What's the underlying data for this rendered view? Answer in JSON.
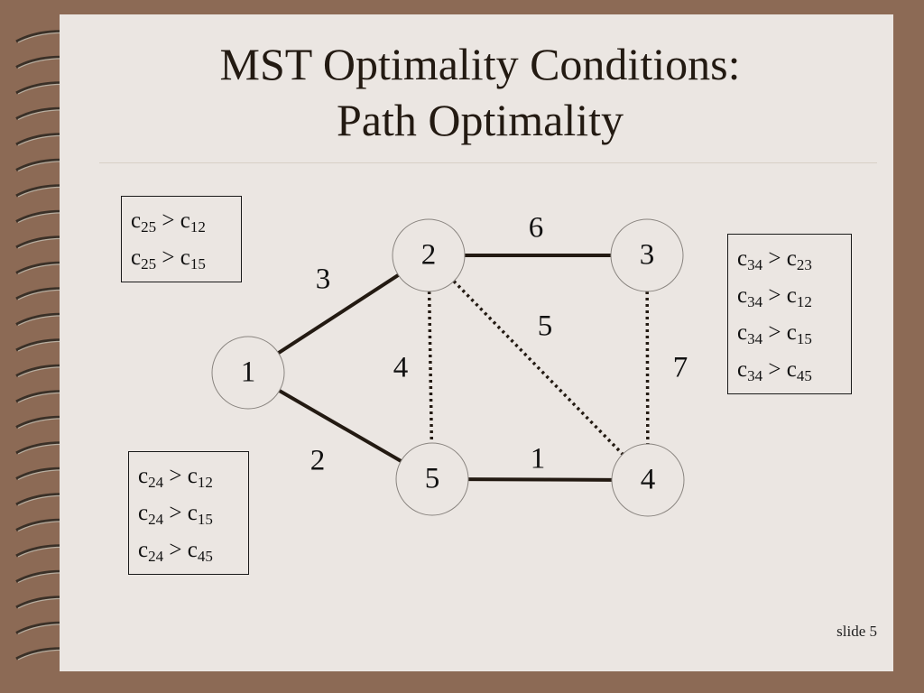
{
  "title": {
    "line1": "MST Optimality Conditions:",
    "line2": "Path Optimality"
  },
  "graph": {
    "nodes": [
      {
        "id": "1",
        "label": "1"
      },
      {
        "id": "2",
        "label": "2"
      },
      {
        "id": "3",
        "label": "3"
      },
      {
        "id": "4",
        "label": "4"
      },
      {
        "id": "5",
        "label": "5"
      }
    ],
    "edges": [
      {
        "from": "1",
        "to": "2",
        "cost": "3",
        "style": "solid"
      },
      {
        "from": "1",
        "to": "5",
        "cost": "2",
        "style": "solid"
      },
      {
        "from": "2",
        "to": "3",
        "cost": "6",
        "style": "solid"
      },
      {
        "from": "5",
        "to": "4",
        "cost": "1",
        "style": "solid"
      },
      {
        "from": "2",
        "to": "5",
        "cost": "4",
        "style": "dotted"
      },
      {
        "from": "2",
        "to": "4",
        "cost": "5",
        "style": "dotted"
      },
      {
        "from": "3",
        "to": "4",
        "cost": "7",
        "style": "dotted"
      }
    ]
  },
  "conditions": {
    "edge_25": [
      {
        "c": "c",
        "sub1": "25",
        "op": " > c",
        "sub2": "12"
      },
      {
        "c": "c",
        "sub1": "25",
        "op": " > c",
        "sub2": "15"
      }
    ],
    "edge_34": [
      {
        "c": "c",
        "sub1": "34",
        "op": " > c",
        "sub2": "23"
      },
      {
        "c": "c",
        "sub1": "34",
        "op": " > c",
        "sub2": "12"
      },
      {
        "c": "c",
        "sub1": "34",
        "op": " > c",
        "sub2": "15"
      },
      {
        "c": "c",
        "sub1": "34",
        "op": " > c",
        "sub2": "45"
      }
    ],
    "edge_24": [
      {
        "c": "c",
        "sub1": "24",
        "op": " > c",
        "sub2": "12"
      },
      {
        "c": "c",
        "sub1": "24",
        "op": " > c",
        "sub2": "15"
      },
      {
        "c": "c",
        "sub1": "24",
        "op": " > c",
        "sub2": "45"
      }
    ]
  },
  "footer": {
    "slide": "slide 5"
  },
  "colors": {
    "background": "#8c6a55",
    "paper": "#ebe6e2",
    "edge": "#231a12"
  }
}
